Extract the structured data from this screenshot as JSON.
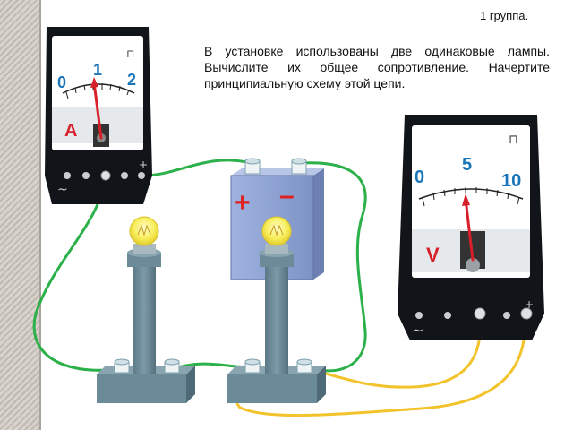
{
  "header": {
    "group_label": "1 группа."
  },
  "task": {
    "text": "В установке использованы две одинаковые лампы. Вычислите их общее сопротивление. Начертите принципиальную схему этой цепи."
  },
  "ammeter": {
    "letter": "A",
    "scale_labels": [
      "0",
      "1",
      "2"
    ],
    "terminal_symbol": "+",
    "ac_symbol": "~",
    "pointer_reading": 1
  },
  "voltmeter": {
    "letter": "V",
    "scale_labels": [
      "0",
      "5",
      "10"
    ],
    "terminal_symbol": "+",
    "ac_symbol": "~",
    "pointer_reading": 5
  },
  "battery": {
    "plus": "+",
    "minus": "–"
  },
  "colors": {
    "meter_body": "#111419",
    "meter_face": "#ffffff",
    "pointer": "#d8202a",
    "label_blue": "#1a74b8",
    "wire_green": "#2bb04a",
    "wire_yellow": "#f2c32b",
    "battery": "#8fa5d6",
    "post": "#6b8b99",
    "bulb": "#f7ee5b"
  }
}
